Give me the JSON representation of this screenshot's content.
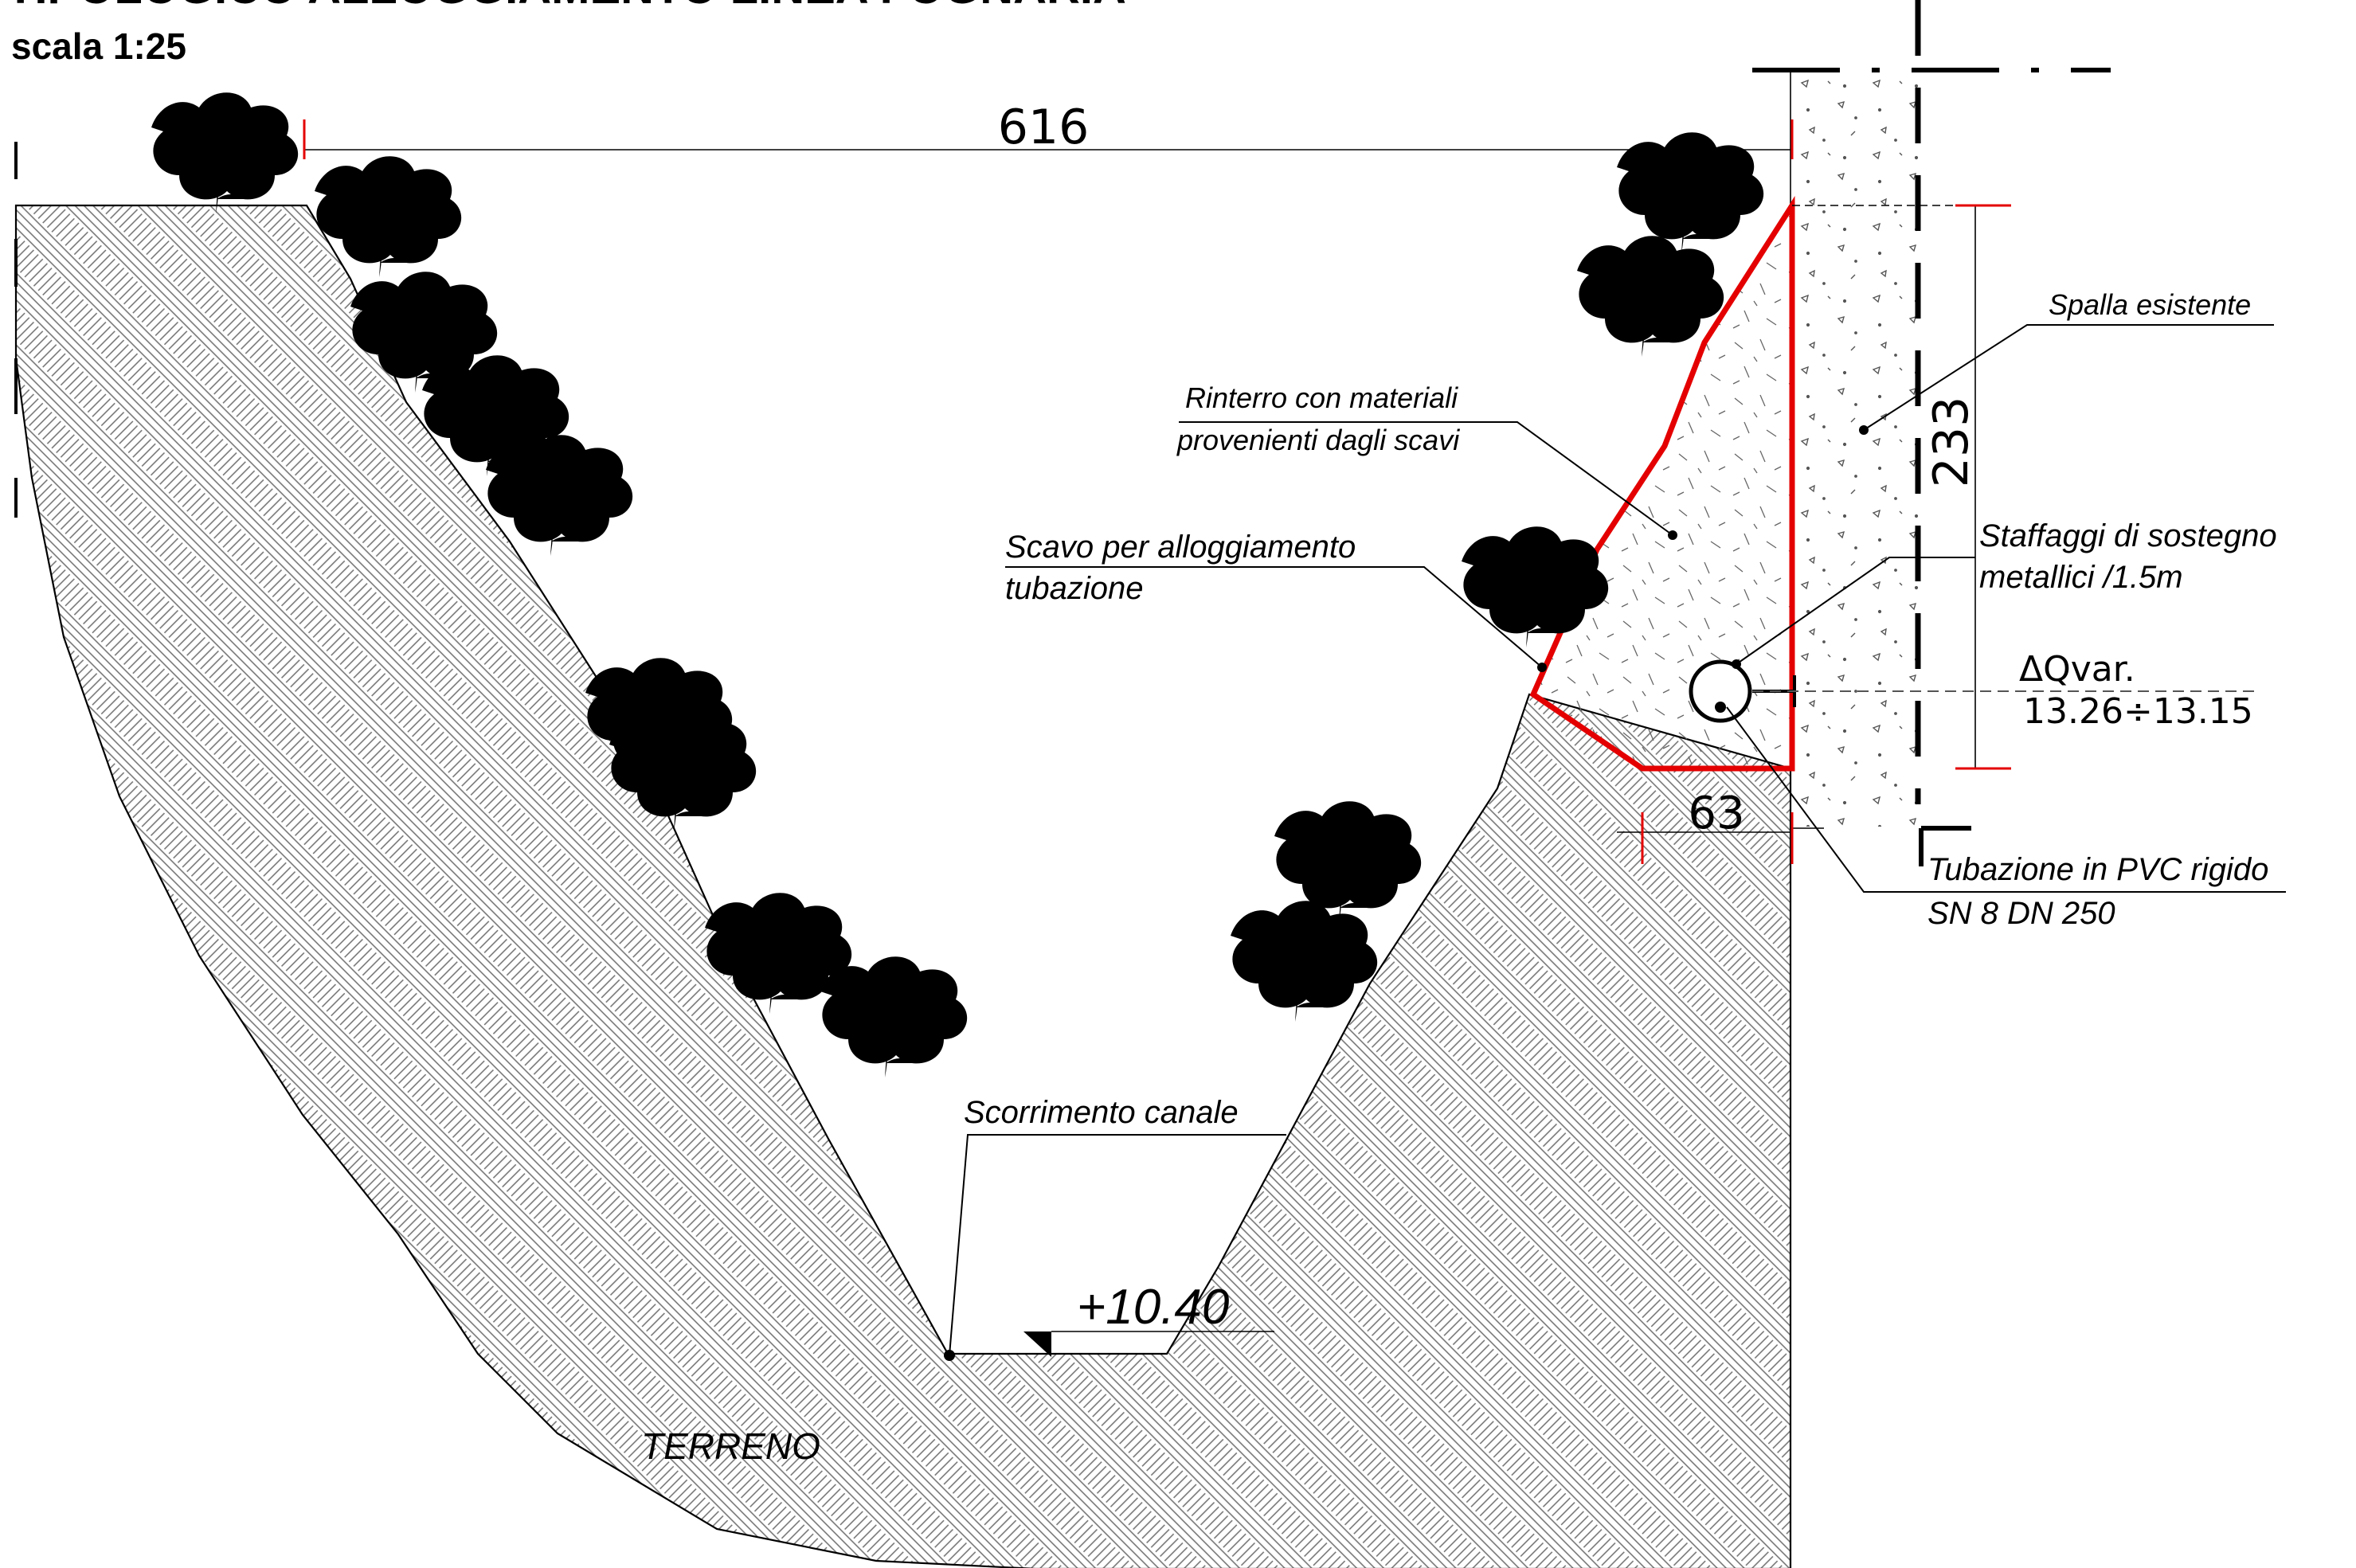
{
  "title": {
    "main": "TIPOLOGICO ALLOGGIAMENTO LINEA FOGNARIA",
    "scale": "scala 1:25"
  },
  "dimensions": {
    "width_top": "616",
    "height_right": "233",
    "pipe_offset": "63"
  },
  "elevations": {
    "channel_bottom": "+10.40",
    "pipe_delta_label": "ΔQvar.",
    "pipe_delta_value": "13.26÷13.15"
  },
  "labels": {
    "spalla": "Spalla esistente",
    "rinterro_1": "Rinterro con materiali",
    "rinterro_2": "provenienti dagli scavi",
    "scavo_1": "Scavo per alloggiamento",
    "scavo_2": "tubazione",
    "staffaggi_1": "Staffaggi di sostegno",
    "staffaggi_2": "metallici /1.5m",
    "tubazione_1": "Tubazione in PVC rigido",
    "tubazione_2": "SN 8 DN 250",
    "scorrimento": "Scorrimento canale",
    "terreno": "TERRENO"
  },
  "colors": {
    "excavation_outline": "#e40000",
    "vegetation": "#1c9a2a",
    "linework": "#000000"
  },
  "icons": [
    "tree-icon",
    "elevation-triangle-icon",
    "pipe-section-icon"
  ]
}
